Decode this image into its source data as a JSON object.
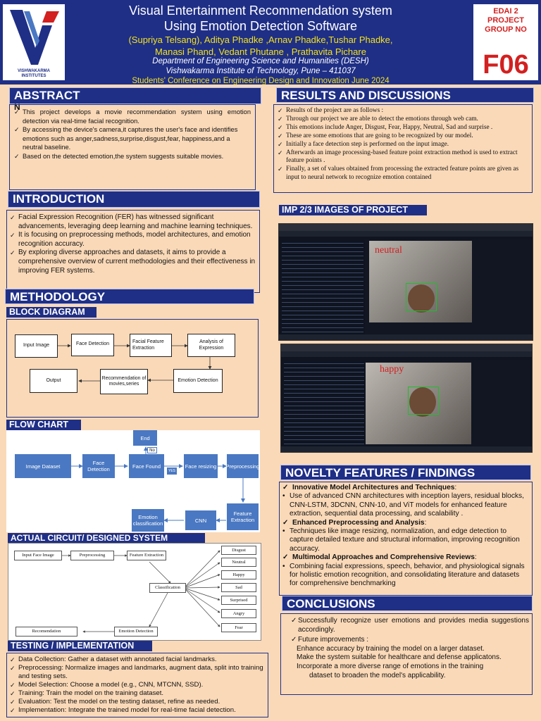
{
  "header": {
    "title_line1": "Visual Entertainment Recommendation system",
    "title_line2": "Using Emotion Detection Software",
    "authors_line1": "(Supriya Telsang), Aditya Phadke ,Arnav Phadke,Tushar Phadke,",
    "authors_line2": "Manasi Phand, Vedant Phutane , Prathavita Pichare",
    "dept_line1": "Department of Engineering Science  and Humanities (DESH)",
    "dept_line2": "Vishwakarma Institute of Technology, Pune – 411037",
    "conference": "Students' Conference on Engineering Design and Innovation June  2024",
    "logo_text_line1": "VISHWAKARMA",
    "logo_text_line2": "INSTITUTES",
    "group_label_line1": "EDAI 2",
    "group_label_line2": "PROJECT",
    "group_label_line3": "GROUP NO",
    "group_id": "F06",
    "colors": {
      "navy": "#1f2f86",
      "yellow": "#f3e21c",
      "red": "#d32020",
      "background": "#fad9b8"
    }
  },
  "abstract": {
    "heading": "ABSTRACT",
    "heading_overflow": "N",
    "items": [
      "This project develops a movie recommendation system using emotion detection via real-time facial recognition.",
      "By accessing the device's camera,it captures the user's face and identifies emotions such as anger,sadness,surprise,disgust,fear, happiness,and a neutral baseline.",
      "Based on the detected emotion,the system suggests suitable movies."
    ]
  },
  "introduction": {
    "heading": "INTRODUCTION",
    "items": [
      "Facial Expression Recognition (FER) has witnessed significant advancements, leveraging deep learning and machine learning techniques.",
      "It is focusing on preprocessing methods, model architectures, and emotion recognition accuracy.",
      "By exploring diverse approaches and datasets, it aims to provide a comprehensive overview of current methodologies and their effectiveness in improving FER systems."
    ]
  },
  "methodology": {
    "heading": "METHODOLOGY",
    "block_diagram": {
      "heading": "BLOCK DIAGRAM",
      "nodes": [
        "Input Image",
        "Face Detection",
        "Facial Feature Extraction",
        "Analysis of Expression",
        "Emotion Detection",
        "Recommendation of movies,series",
        "Output"
      ]
    },
    "flow_chart": {
      "heading": "FLOW CHART",
      "nodes": [
        "Image Dataset",
        "Face Detection",
        "Face Found",
        "Face resizing",
        "Preprocessing",
        "Feature Extraction",
        "CNN",
        "Emotion classification",
        "End"
      ],
      "yes_label": "YES",
      "no_label": "No"
    },
    "circuit": {
      "heading": "ACTUAL CIRCUIT/ DESIGNED SYSTEM",
      "nodes": [
        "Input Face Image",
        "Preprocessing",
        "Feature Extraction",
        "Classification",
        "Emotion Detection",
        "Recomendation"
      ],
      "emotions": [
        "Disgust",
        "Neutral",
        "Happy",
        "Sad",
        "Surprised",
        "Angry",
        "Fear"
      ]
    }
  },
  "testing": {
    "heading": "TESTING / IMPLEMENTATION",
    "items": [
      "Data Collection: Gather a dataset with annotated facial landmarks.",
      "Preprocessing: Normalize images and landmarks, augment data, split into training and testing sets.",
      "Model Selection: Choose a model (e.g., CNN, MTCNN, SSD).",
      "Training: Train the model on the training dataset.",
      "Evaluation: Test the model on the testing dataset, refine as needed.",
      "Implementation: Integrate the trained model for real-time facial detection."
    ]
  },
  "results": {
    "heading": "RESULTS AND DISCUSSIONS",
    "items": [
      "Results of the project are as follows :",
      "Through our project we are able to detect the emotions through web cam.",
      "This emotions include Anger, Disgust, Fear, Happy, Neutral, Sad and surprise .",
      "These are some emotions that are going to be recognized by our model.",
      "Initially a face detection step is performed on the input image.",
      "Afterwards an image processing-based feature point extraction method is used to extract feature points .",
      "Finally, a set of values obtained from processing the extracted feature points are given as input to neural network to recognize emotion contained"
    ]
  },
  "images": {
    "heading": "IMP 2/3 IMAGES OF PROJECT",
    "screenshot1_label": "neutral",
    "screenshot2_label": "happy"
  },
  "novelty": {
    "heading": "NOVELTY FEATURES / FINDINGS",
    "sections": [
      {
        "title": "Innovative Model Architectures and Techniques",
        "body": "Use of advanced CNN architectures with inception layers, residual blocks, CNN-LSTM, 3DCNN, CNN-10, and ViT models for enhanced feature extraction, sequential data processing, and scalability ."
      },
      {
        "title": "Enhanced Preprocessing and Analysis",
        "body": "Techniques like image resizing, normalization, and edge detection to capture detailed texture and structural information, improving recognition accuracy."
      },
      {
        "title": "Multimodal Approaches and Comprehensive Reviews",
        "body": "Combining facial expressions, speech, behavior, and physiological signals for holistic emotion recognition, and consolidating literature and datasets for comprehensive benchmarking"
      }
    ]
  },
  "conclusions": {
    "heading": "CONCLUSIONS",
    "item1": "Successfully recognize user emotions and provides media suggestions accordingly.",
    "item2": "Future improvements :",
    "sub1": "Enhance accuracy by training the model on a larger dataset.",
    "sub2": "Make the system suitable for healthcare and defense applicatons.",
    "sub3_line1": "Incorporate a more diverse range of emotions in the training",
    "sub3_line2": "dataset to broaden the model's applicability."
  }
}
